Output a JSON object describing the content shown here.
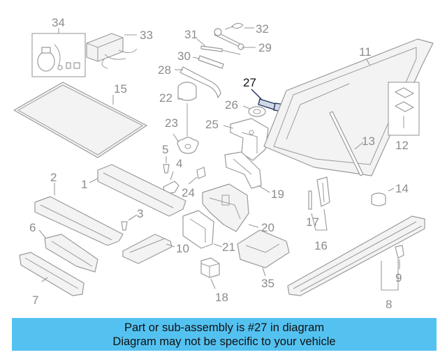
{
  "diagram": {
    "callouts": [
      "34",
      "33",
      "32",
      "31",
      "29",
      "30",
      "28",
      "27",
      "26",
      "22",
      "15",
      "25",
      "23",
      "11",
      "13",
      "5",
      "4",
      "12",
      "2",
      "1",
      "24",
      "19",
      "14",
      "3",
      "17",
      "6",
      "20",
      "10",
      "16",
      "21",
      "9",
      "35",
      "7",
      "18",
      "8"
    ],
    "highlighted_callout": "27"
  },
  "caption": {
    "line1": "Part or sub-assembly is #27 in diagram",
    "line2": "Diagram may not be specific to your vehicle"
  },
  "colors": {
    "caption_background": "#54c2f1",
    "highlight": "#1d2a55",
    "line_art": "#9a9a9a",
    "callout_text": "#8c8c8c"
  }
}
